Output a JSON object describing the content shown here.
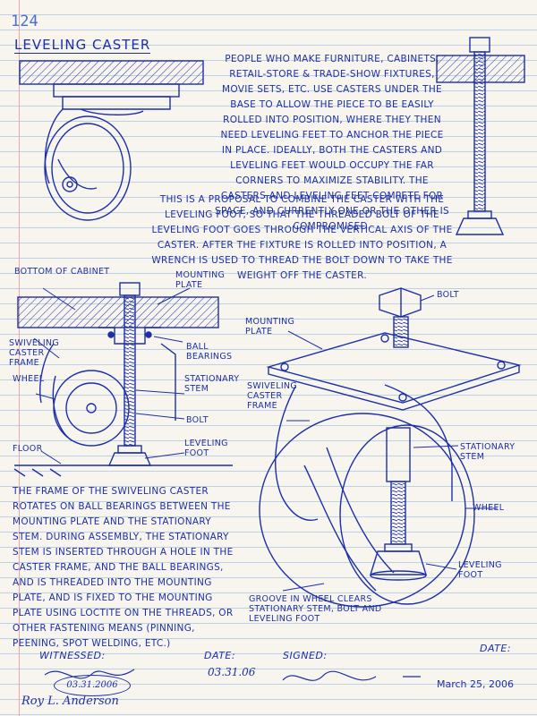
{
  "page_number": "124",
  "title": "Leveling Caster",
  "intro_paragraph": "People who make furniture, cabinets, retail-store & trade-show fixtures, movie sets, etc. use casters under the base to allow the piece to be easily rolled into position, where they then need leveling feet to anchor the piece in place. Ideally, both the casters and leveling feet would occupy the far corners to maximize stability. The casters and leveling feet compete for space, and currently one or the other is compromised.",
  "proposal_paragraph": "This is a proposal to combine the caster with the leveling foot, so that the threaded bolt of the leveling foot goes through the vertical axis of the caster. After the fixture is rolled into position, a wrench is used to thread the bolt down to take the weight off the caster.",
  "frame_paragraph": "The frame of the swiveling caster rotates on ball bearings between the mounting plate and the stationary stem. During assembly, the stationary stem is inserted through a hole in the caster frame, and the ball bearings, and is threaded into the mounting plate, and is fixed to the mounting plate using Loctite on the threads, or other fastening means (pinning, peening, spot welding, etc.)",
  "section_labels": {
    "bottom_of_cabinet": "Bottom of cabinet",
    "mounting_plate": "Mounting plate",
    "ball_bearings": "Ball bearings",
    "swiveling_caster_frame": "Swiveling caster frame",
    "stationary_stem": "Stationary stem",
    "wheel": "Wheel",
    "bolt": "Bolt",
    "leveling_foot": "Leveling foot",
    "floor": "Floor"
  },
  "iso_labels": {
    "bolt": "Bolt",
    "mounting_plate": "Mounting plate",
    "swiveling_caster_frame": "Swiveling caster frame",
    "stationary_stem": "Stationary stem",
    "wheel": "Wheel",
    "leveling_foot": "Leveling foot",
    "groove": "Groove in wheel clears stationary stem, bolt and leveling foot"
  },
  "footer": {
    "witnessed_label": "Witnessed:",
    "date_label_1": "Date:",
    "signed_label": "Signed:",
    "date_label_2": "Date:",
    "witness_date": "03.31.06",
    "stamp_date": "03.31.2006",
    "witness_name": "Roy L. Anderson",
    "signed_date": "March 25, 2006"
  },
  "colors": {
    "ink": "#1d2fa8",
    "paper": "#f7f5ee",
    "rule_line": "#bcd0e6",
    "margin_line": "#e8a7ad"
  }
}
